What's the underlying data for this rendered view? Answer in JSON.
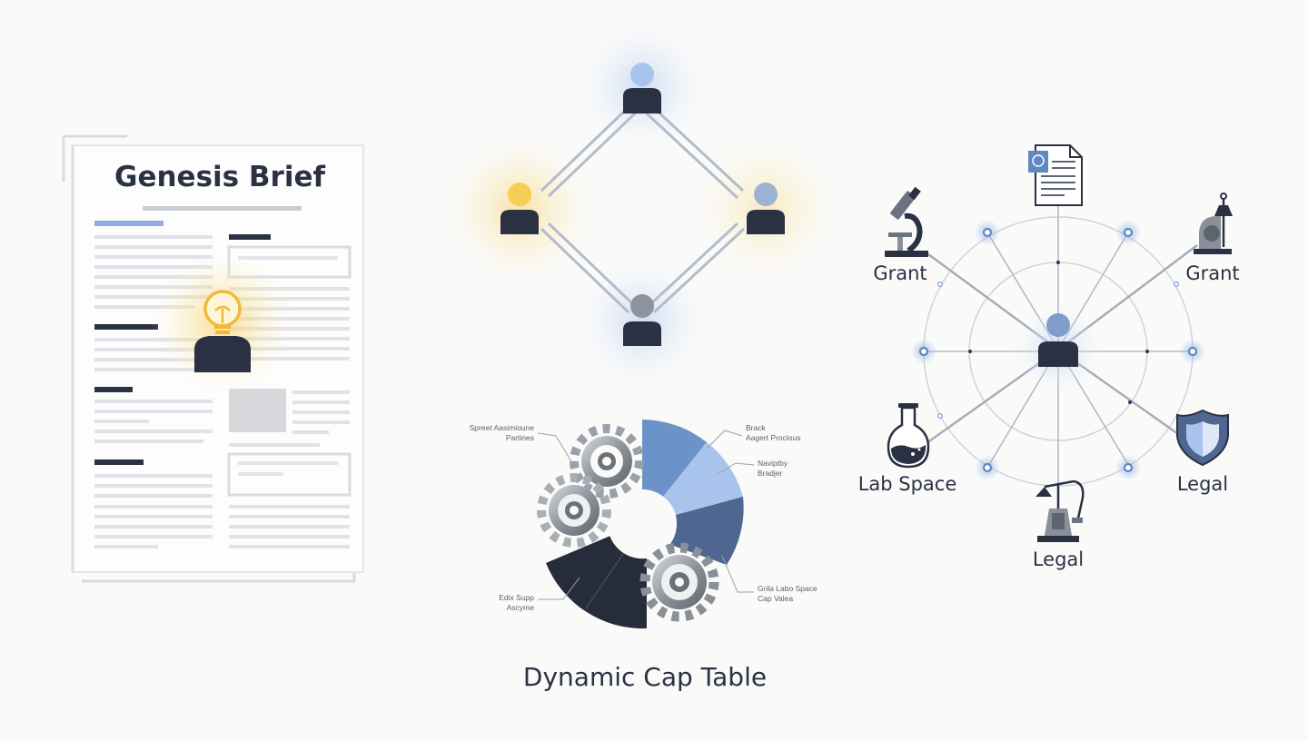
{
  "genesis_brief": {
    "title": "Genesis Brief"
  },
  "cap_table": {
    "title": "Dynamic Cap Table",
    "callouts": [
      {
        "lines": [
          "Spreet Aasimioune",
          "Partines"
        ]
      },
      {
        "lines": [
          "Brack",
          "Aagert Procious"
        ]
      },
      {
        "lines": [
          "Naviptby",
          "Bradjer"
        ]
      },
      {
        "lines": [
          "Edix Supp",
          "Ascyme"
        ]
      },
      {
        "lines": [
          "Grila Labo Space",
          "Cap Valea"
        ]
      }
    ]
  },
  "resource_network": {
    "labels": {
      "grant_left": "Grant",
      "grant_right": "Grant",
      "lab_space": "Lab Space",
      "legal_right": "Legal",
      "legal_bottom": "Legal"
    }
  },
  "colors": {
    "navy": "#2a3142",
    "accent_blue": "#6b93c8",
    "light_blue": "#a9c4ec",
    "mid_blue": "#4e6690",
    "glow_yellow": "#f7d36a",
    "ring_gray": "#cfd3da"
  }
}
